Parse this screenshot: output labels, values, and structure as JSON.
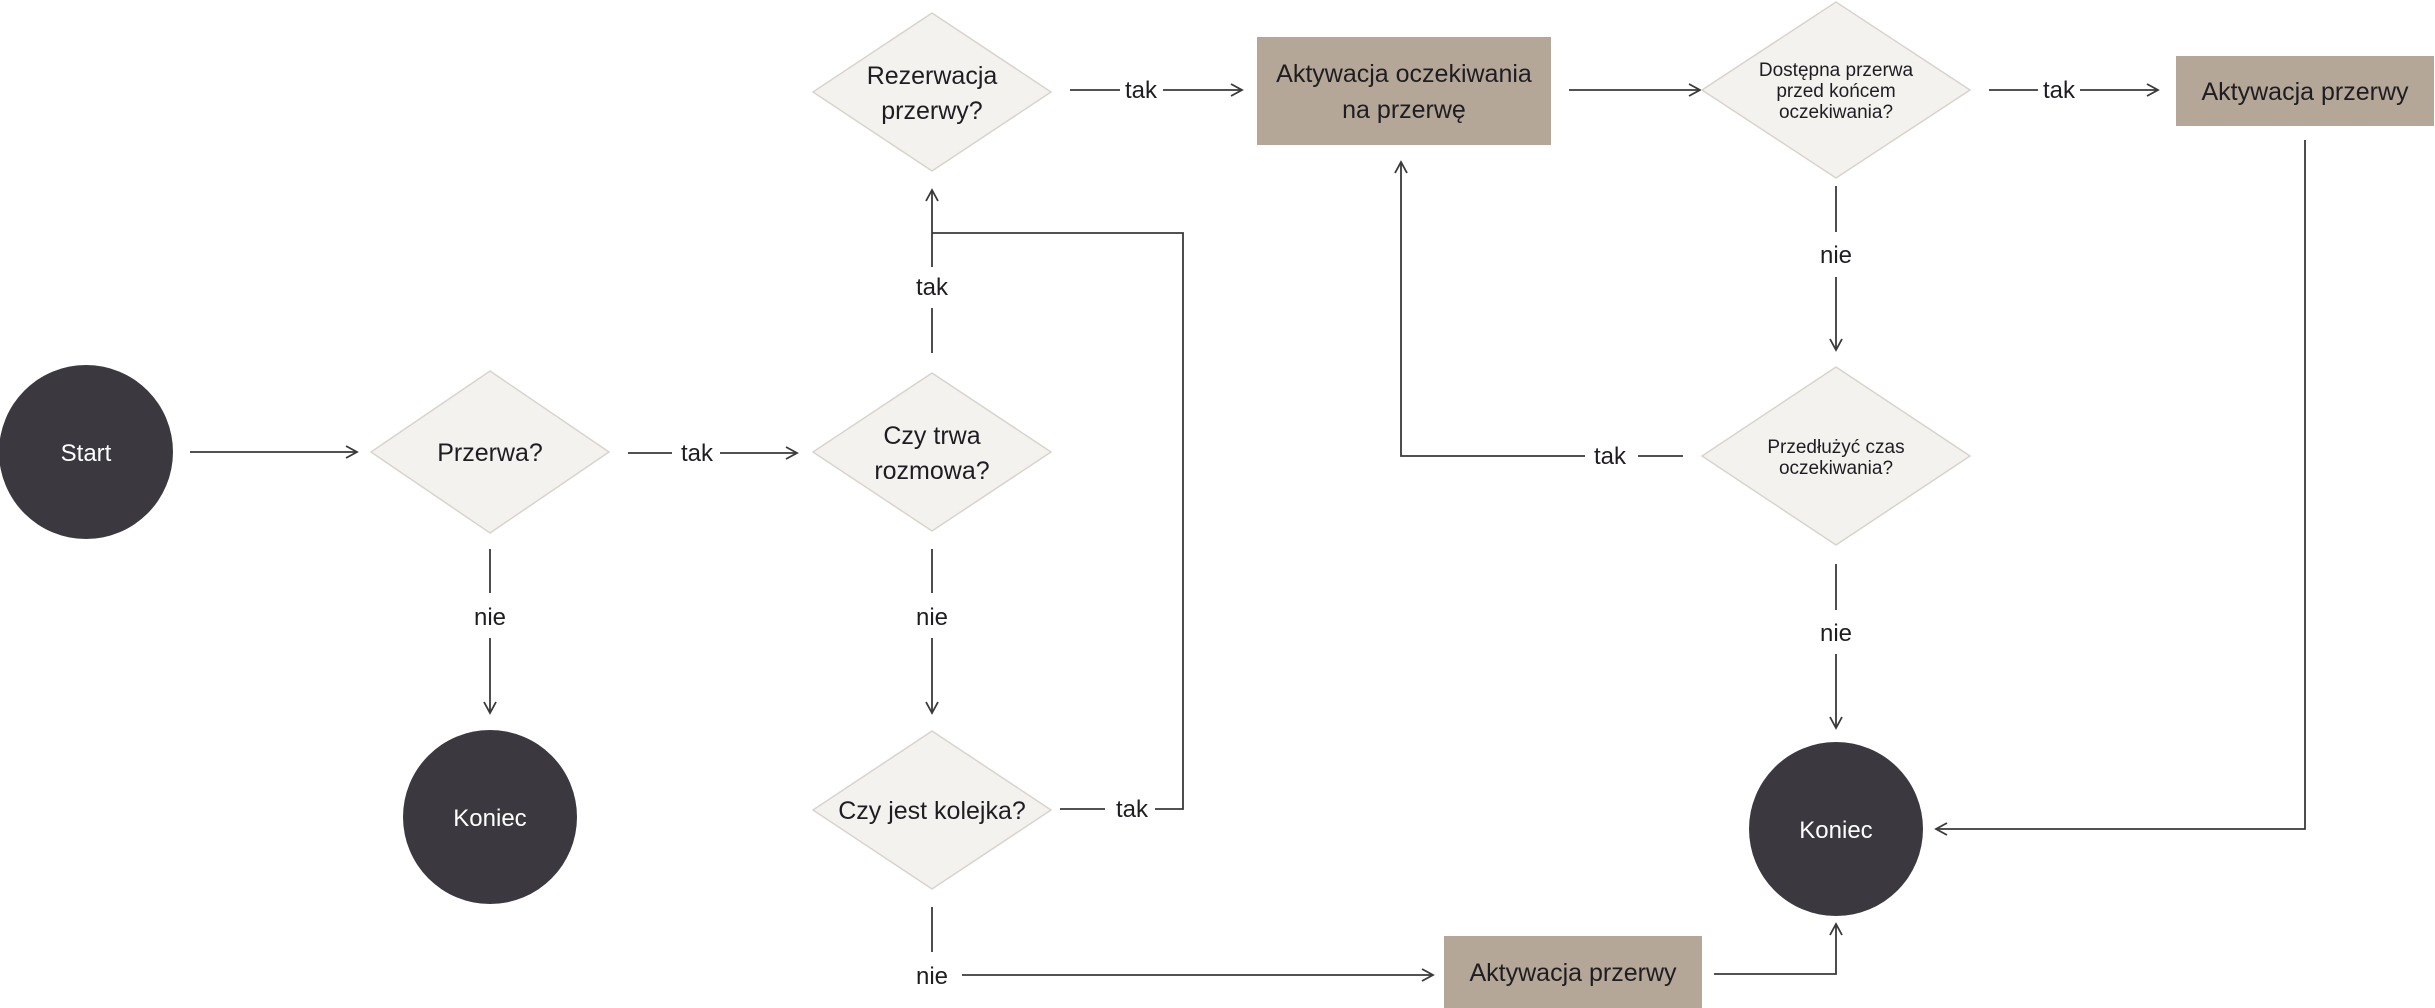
{
  "colors": {
    "terminal": "#3b393f",
    "decision_fill": "#f4f2ee",
    "decision_stroke": "#d8d4cd",
    "process": "#b5a797",
    "line": "#3a3a3a"
  },
  "nodes": {
    "start": "Start",
    "end_left": "Koniec",
    "end_right": "Koniec",
    "przerwa": "Przerwa?",
    "czy_trwa_l1": "Czy trwa",
    "czy_trwa_l2": "rozmowa?",
    "rezerwacja_l1": "Rezerwacja",
    "rezerwacja_l2": "przerwy?",
    "kolejka": "Czy jest kolejka?",
    "akt_oczek_l1": "Aktywacja oczekiwania",
    "akt_oczek_l2": "na przerwę",
    "dostepna_l1": "Dostępna przerwa",
    "dostepna_l2": "przed końcem",
    "dostepna_l3": "oczekiwania?",
    "przedluzyc_l1": "Przedłużyć czas",
    "przedluzyc_l2": "oczekiwania?",
    "akt_przerwy_top": "Aktywacja przerwy",
    "akt_przerwy_bottom": "Aktywacja przerwy"
  },
  "edges": {
    "przerwa_tak": "tak",
    "przerwa_nie": "nie",
    "czy_trwa_tak": "tak",
    "czy_trwa_nie": "nie",
    "rezerwacja_tak": "tak",
    "kolejka_tak": "tak",
    "kolejka_nie": "nie",
    "dostepna_tak": "tak",
    "dostepna_nie": "nie",
    "przedluzyc_tak": "tak",
    "przedluzyc_nie": "nie"
  }
}
